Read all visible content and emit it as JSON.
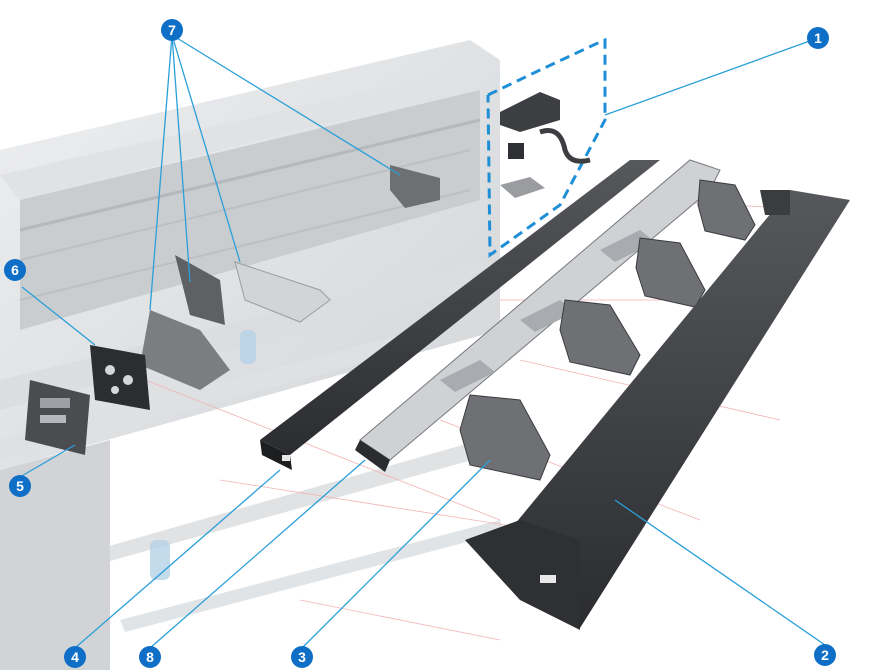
{
  "callouts": [
    {
      "id": "1",
      "label": "1"
    },
    {
      "id": "2",
      "label": "2"
    },
    {
      "id": "3",
      "label": "3"
    },
    {
      "id": "4",
      "label": "4"
    },
    {
      "id": "5",
      "label": "5"
    },
    {
      "id": "6",
      "label": "6"
    },
    {
      "id": "7",
      "label": "7"
    },
    {
      "id": "8",
      "label": "8"
    }
  ],
  "colors": {
    "callout": "#0f6fc6",
    "leader": "#2a9fd8",
    "assembly_box": "#1e8fd6",
    "part_dark": "#3a3a3d",
    "part_mid": "#8d8f93",
    "part_light": "#d9dadc",
    "printer_ghost": "#c9ccd0",
    "guide_line": "#f2b3b3"
  }
}
